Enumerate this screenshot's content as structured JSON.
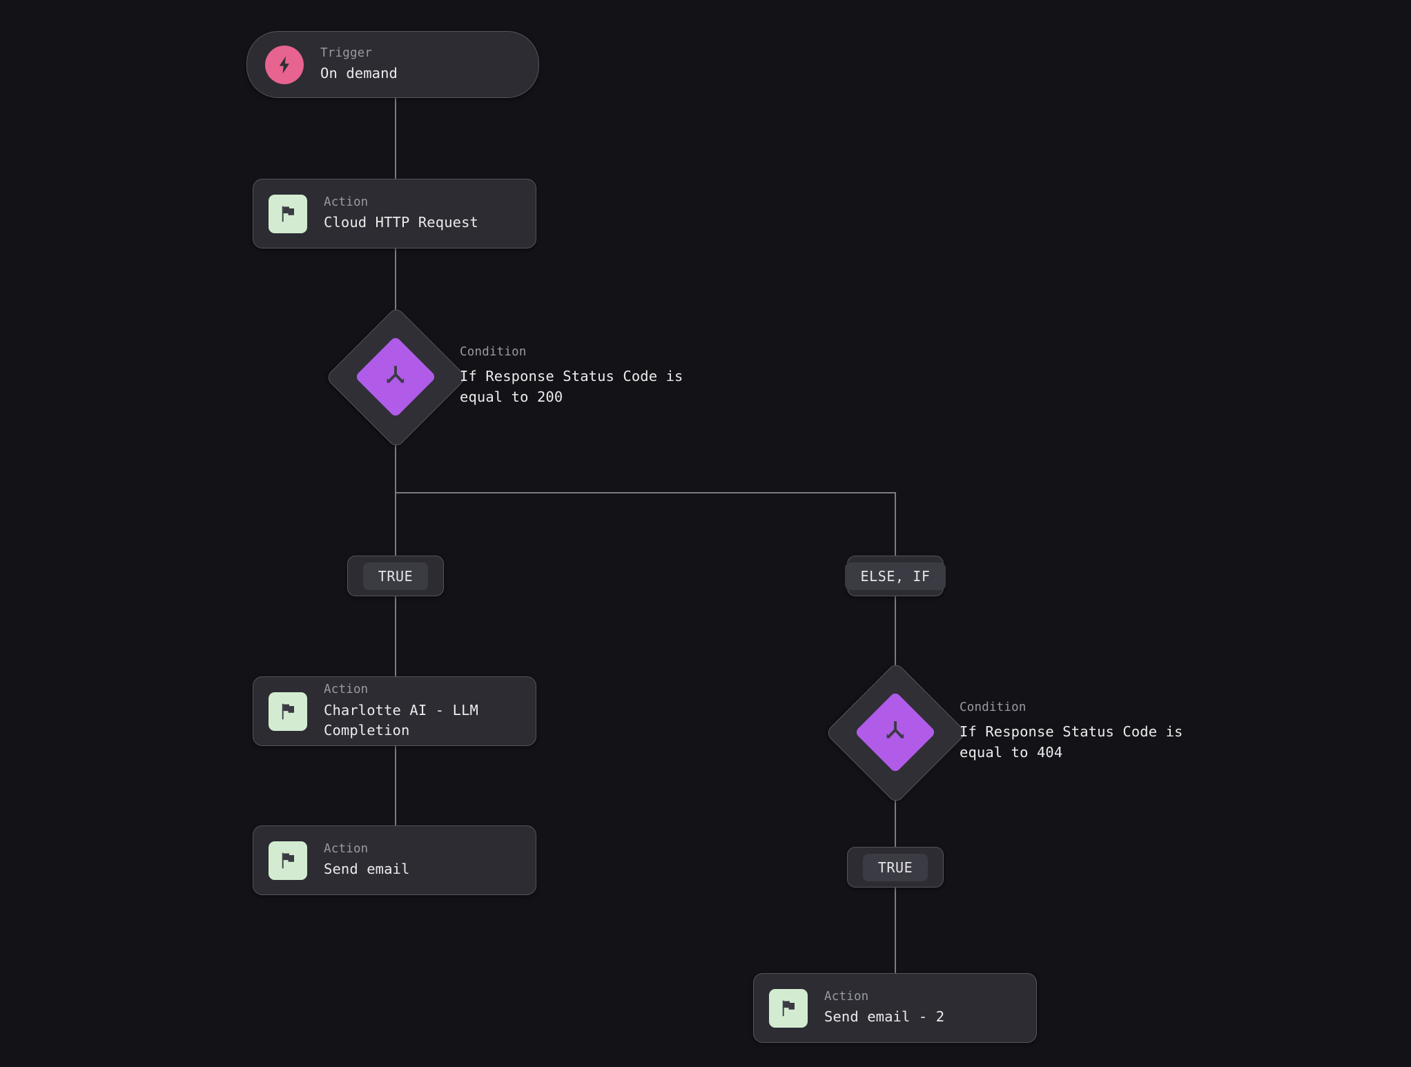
{
  "canvas": {
    "background_color": "#131217",
    "edge_color": "#7c7c85",
    "node_fill": "#2c2c32",
    "node_border": "#55555f",
    "trigger_accent": "#e6648f",
    "action_accent": "#d3ecd1",
    "condition_accent": "#b05ce8"
  },
  "nodes": {
    "trigger": {
      "kind": "Trigger",
      "title": "On demand",
      "icon": "lightning-bolt-icon"
    },
    "action_http": {
      "kind": "Action",
      "title": "Cloud HTTP Request",
      "icon": "flag-icon"
    },
    "condition_200": {
      "kind": "Condition",
      "title": "If Response Status Code is equal to 200",
      "icon": "branch-split-icon"
    },
    "branch_true_1": {
      "label": "TRUE"
    },
    "branch_else_if": {
      "label": "ELSE, IF"
    },
    "action_llm": {
      "kind": "Action",
      "title": "Charlotte AI - LLM Completion",
      "icon": "flag-icon"
    },
    "action_send_email": {
      "kind": "Action",
      "title": "Send email",
      "icon": "flag-icon"
    },
    "condition_404": {
      "kind": "Condition",
      "title": "If Response Status Code is equal to 404",
      "icon": "branch-split-icon"
    },
    "branch_true_2": {
      "label": "TRUE"
    },
    "action_send_email_2": {
      "kind": "Action",
      "title": "Send email - 2",
      "icon": "flag-icon"
    }
  }
}
